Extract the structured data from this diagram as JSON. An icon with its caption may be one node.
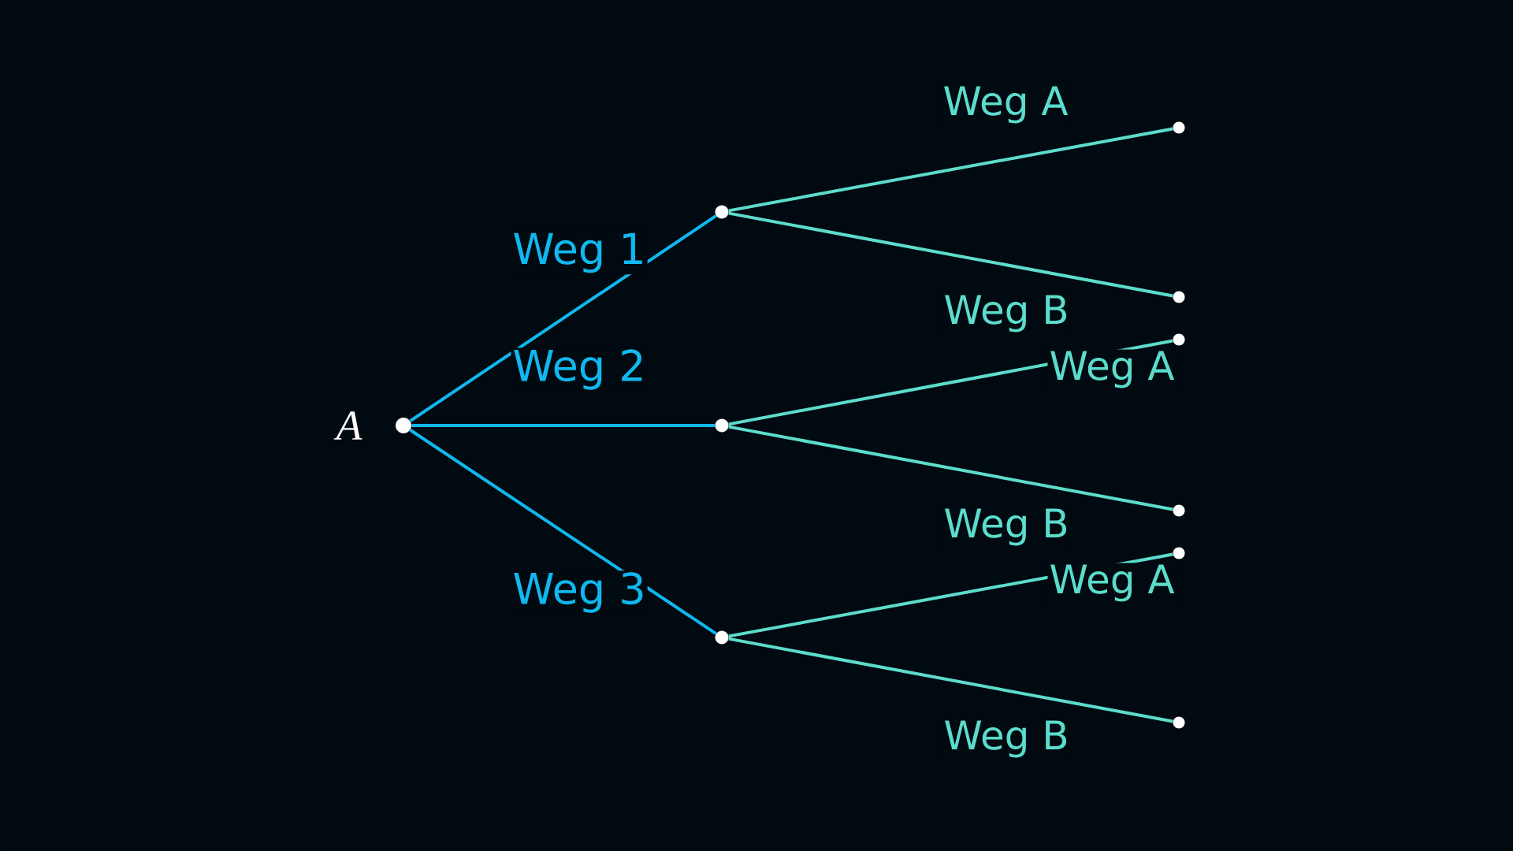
{
  "diagram": {
    "nodes": [
      {
        "text": [],
        "shape": "circle",
        "beside": [
          "A"
        ]
      },
      {
        "text": [],
        "shape": "circle"
      },
      {
        "text": [],
        "shape": "circle"
      },
      {
        "text": [],
        "shape": "circle"
      },
      {
        "text": [],
        "shape": "circle"
      },
      {
        "text": [],
        "shape": "circle"
      },
      {
        "text": [],
        "shape": "circle"
      },
      {
        "text": [],
        "shape": "circle"
      },
      {
        "text": [],
        "shape": "circle"
      },
      {
        "text": [],
        "shape": "circle"
      }
    ],
    "edges": [
      {
        "from": 0,
        "to": 1,
        "arrow": "none",
        "label": "Weg 1",
        "color": "#10b8f0"
      },
      {
        "from": 0,
        "to": 2,
        "arrow": "none",
        "label": "Weg 2",
        "color": "#10b8f0"
      },
      {
        "from": 0,
        "to": 3,
        "arrow": "none",
        "label": "Weg 3",
        "color": "#10b8f0"
      },
      {
        "from": 1,
        "to": 4,
        "arrow": "none",
        "label": "Weg A"
      },
      {
        "from": 1,
        "to": 5,
        "arrow": "none",
        "label": "Weg B"
      },
      {
        "from": 2,
        "to": 6,
        "arrow": "none",
        "label": "Weg A"
      },
      {
        "from": 2,
        "to": 7,
        "arrow": "none",
        "label": "Weg B"
      },
      {
        "from": 3,
        "to": 8,
        "arrow": "none",
        "label": "Weg A"
      },
      {
        "from": 3,
        "to": 9,
        "arrow": "none",
        "label": "Weg B"
      }
    ]
  }
}
